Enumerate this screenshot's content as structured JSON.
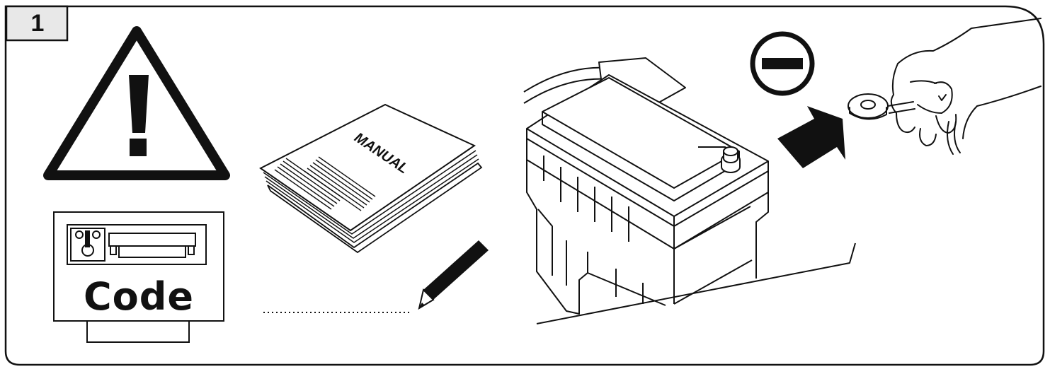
{
  "step": {
    "number": "1"
  },
  "code_plate": {
    "label": "Code"
  },
  "manual": {
    "title": "MANUAL"
  },
  "colors": {
    "ink": "#111111",
    "paper": "#ffffff",
    "tab_fill": "#e8e8e8"
  },
  "icons": [
    "warning-triangle-icon",
    "radio-code-card-icon",
    "manual-book-icon",
    "pencil-icon",
    "battery-icon",
    "minus-terminal-icon",
    "arrow-right-icon",
    "hand-holding-clamp-icon"
  ]
}
